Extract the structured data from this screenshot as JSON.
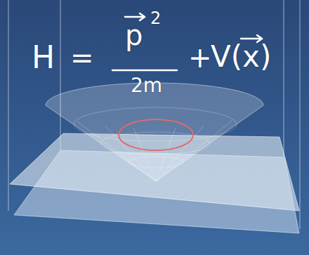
{
  "diagram": {
    "labels": [
      "H",
      "=",
      "p",
      "2",
      "2m",
      "+",
      "V(x)"
    ]
  }
}
